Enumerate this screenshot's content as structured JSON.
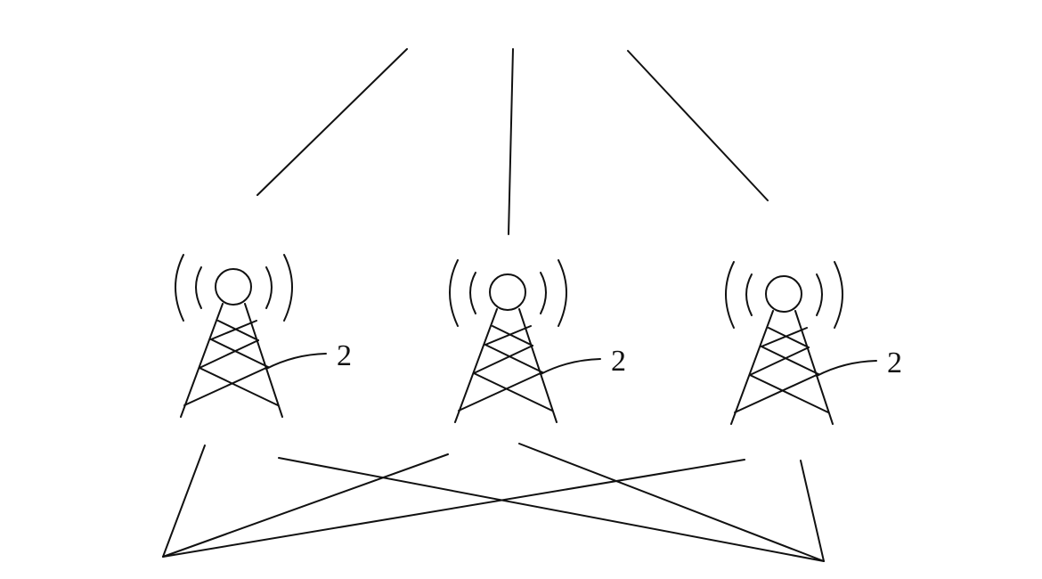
{
  "diagram": {
    "towers": [
      {
        "name": "tower-left",
        "label": "2"
      },
      {
        "name": "tower-center",
        "label": "2"
      },
      {
        "name": "tower-right",
        "label": "2"
      }
    ]
  }
}
